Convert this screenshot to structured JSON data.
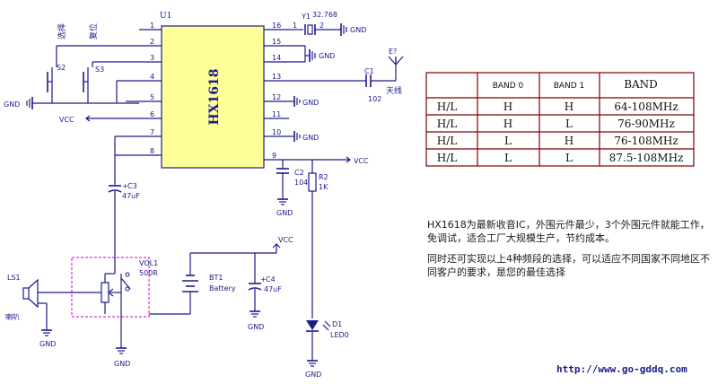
{
  "ic": {
    "ref": "U1",
    "name": "HX1618",
    "left_pins": [
      "1",
      "2",
      "3",
      "4",
      "5",
      "6",
      "7",
      "8"
    ],
    "right_pins": [
      "16",
      "15",
      "14",
      "13",
      "12",
      "11",
      "10",
      "9"
    ]
  },
  "labels": {
    "gnd": "GND",
    "gnd_tag": "GND",
    "vcc": "VCC",
    "select": "选择",
    "reset": "复位",
    "antenna": "天线",
    "antenna_ref": "E?"
  },
  "components": {
    "s2": "S2",
    "s3": "S3",
    "y1_ref": "Y1",
    "y1_value": "32.768",
    "y1_pin1": "1",
    "y1_pin2": "2",
    "c1_ref": "C1",
    "c1_value": "102",
    "c2_ref": "C2",
    "c2_value": "104",
    "c3_ref": "C3",
    "c3_value": "47uF",
    "c4_ref": "C4",
    "c4_value": "47uF",
    "r2_ref": "R2",
    "r2_value": "1K",
    "d1_ref": "D1",
    "d1_value": "LED0",
    "bt1_ref": "BT1",
    "bt1_value": "Battery",
    "vol1_ref": "VOL1",
    "vol1_value": "500R",
    "ls1_ref": "LS1",
    "ls1_value": "喇叭",
    "plus": "+"
  },
  "band_table": {
    "headers": [
      "",
      "BAND 0",
      "BAND 1",
      "BAND"
    ],
    "rows": [
      [
        "H/L",
        "H",
        "H",
        "64-108MHz"
      ],
      [
        "H/L",
        "H",
        "L",
        "76-90MHz"
      ],
      [
        "H/L",
        "L",
        "H",
        "76-108MHz"
      ],
      [
        "H/L",
        "L",
        "L",
        "87.5-108MHz"
      ]
    ]
  },
  "description": {
    "para1": "HX1618为最新收音IC，外围元件最少，3个外围元件就能工作，免调试，适合工厂大规模生产，节约成本。",
    "para2": "同时还可实现以上4种频段的选择，可以适应不同国家不同地区不同客户的要求，是您的最佳选择"
  },
  "footer": {
    "url": "http://www.go-gddq.com"
  },
  "colors": {
    "wire": "#1a1a8c",
    "ic_fill": "#ffff99",
    "table_border": "#800000",
    "switch_box": "#cc00cc"
  }
}
